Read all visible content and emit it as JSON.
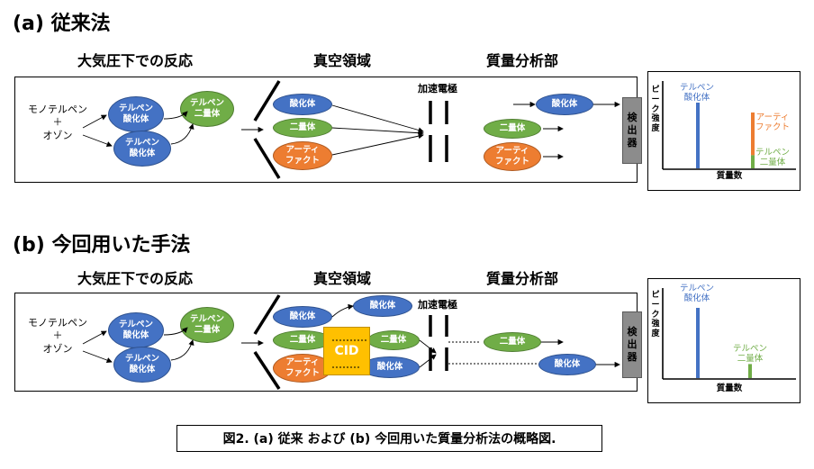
{
  "colors": {
    "blue": "#4472c4",
    "green": "#70ad47",
    "orange": "#ed7d31",
    "cid": "#ffc000",
    "detector": "#8c8c8c"
  },
  "section_a": {
    "heading": "(a) 従来法",
    "col_reaction": "大気圧下での反応",
    "col_vacuum": "真空領域",
    "col_ms": "質量分析部",
    "reactants": "モノテルペン\n＋\nオゾン",
    "ox1": "テルペン\n酸化体",
    "ox2": "テルペン\n酸化体",
    "dimer": "テルペン\n二量体",
    "vac_ox": "酸化体",
    "vac_dimer": "二量体",
    "vac_artifact": "アーティ\nファクト",
    "electrode_label": "加速電極",
    "ms_ox": "酸化体",
    "ms_dimer": "二量体",
    "ms_artifact": "アーティ\nファクト",
    "detector": "検\n出\n器"
  },
  "section_b": {
    "heading": "(b) 今回用いた手法",
    "col_reaction": "大気圧下での反応",
    "col_vacuum": "真空領域",
    "col_ms": "質量分析部",
    "reactants": "モノテルペン\n＋\nオゾン",
    "ox1": "テルペン\n酸化体",
    "ox2": "テルペン\n酸化体",
    "dimer": "テルペン\n二量体",
    "vac_ox": "酸化体",
    "vac_dimer": "二量体",
    "vac_artifact": "アーティ\nファクト",
    "cid": "CID",
    "cid_ox_top": "酸化体",
    "cid_dimer": "二量体",
    "cid_ox_bottom": "酸化体",
    "electrode_label": "加速電極",
    "ms_dimer": "二量体",
    "ms_ox": "酸化体",
    "detector": "検\n出\n器"
  },
  "spectrum_a": {
    "ylabel": "ピーク強度",
    "xlabel": "質量数",
    "peaks": [
      {
        "label": "テルペン\n酸化体",
        "color": "#4472c4",
        "height": 1.0
      },
      {
        "label": "アーティ\nファクト",
        "color": "#ed7d31",
        "height": 0.85
      },
      {
        "label": "テルペン\n二量体",
        "color": "#70ad47",
        "height": 0.2
      }
    ]
  },
  "spectrum_b": {
    "ylabel": "ピーク強度",
    "xlabel": "質量数",
    "peaks": [
      {
        "label": "テルペン\n酸化体",
        "color": "#4472c4",
        "height": 1.0
      },
      {
        "label": "テルペン\n二量体",
        "color": "#70ad47",
        "height": 0.2
      }
    ]
  },
  "caption": "図2. (a) 従来 および (b) 今回用いた質量分析法の概略図."
}
